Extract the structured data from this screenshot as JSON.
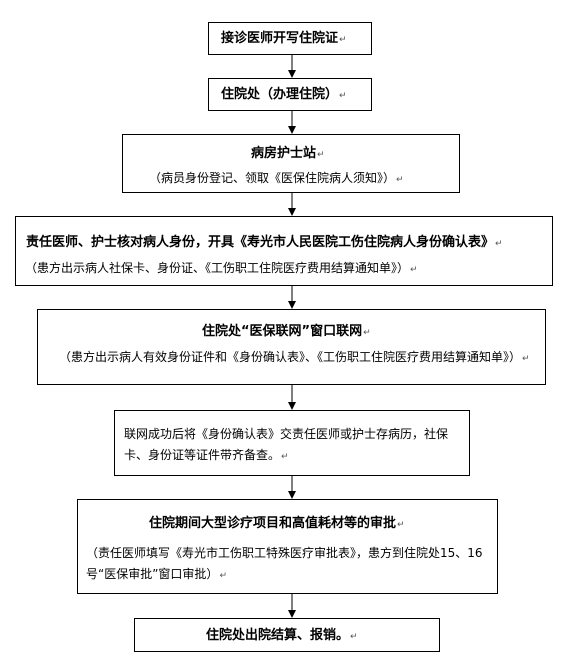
{
  "return_mark": "↵",
  "steps": [
    {
      "title": "接诊医师开写住院证"
    },
    {
      "title": "住院处（办理住院）"
    },
    {
      "title": "病房护士站",
      "note": "（病员身份登记、领取《医保住院病人须知》）"
    },
    {
      "title": "责任医师、护士核对病人身份，开具《寿光市人民医院工伤住院病人身份确认表》",
      "note": "（患方出示病人社保卡、身份证、《工伤职工住院医疗费用结算通知单》）"
    },
    {
      "title": "住院处“医保联网”窗口联网",
      "note": "（患方出示病人有效身份证件和《身份确认表》、《工伤职工住院医疗费用结算通知单》）"
    },
    {
      "title": "",
      "note": "联网成功后将《身份确认表》交责任医师或护士存病历，社保卡、身份证等证件带齐备查。"
    },
    {
      "title": "住院期间大型诊疗项目和高值耗材等的审批",
      "note": "（责任医师填写《寿光市工伤职工特殊医疗审批表》，患方到住院处15、16号“医保审批”窗口审批）"
    },
    {
      "title": "住院处出院结算、报销。"
    }
  ]
}
